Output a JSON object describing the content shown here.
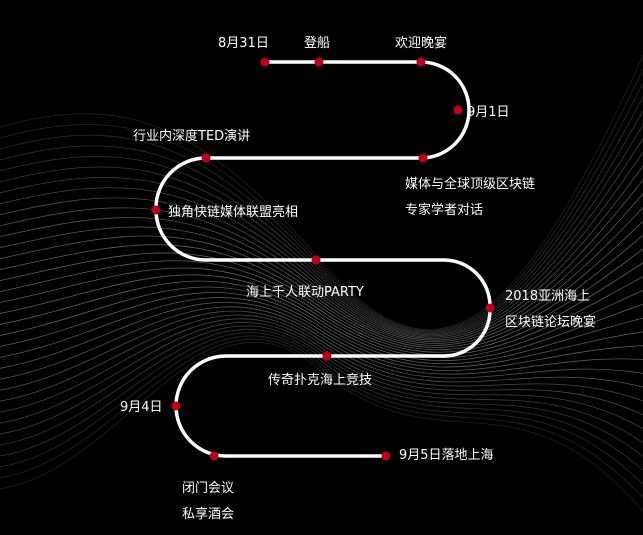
{
  "colors": {
    "background": "#000000",
    "path": "#ffffff",
    "dot": "#c0001a",
    "text": "#ffffff",
    "waves": "#ffffff"
  },
  "events": [
    {
      "id": "aug31",
      "label": "8月31日"
    },
    {
      "id": "boarding",
      "label": "登船"
    },
    {
      "id": "welcome-dinner",
      "label": "欢迎晚宴"
    },
    {
      "id": "sep1",
      "label": "9月1日"
    },
    {
      "id": "media-dialogue",
      "lines": [
        "媒体与全球顶级区块链",
        "专家学者对话"
      ]
    },
    {
      "id": "ted-talk",
      "label": "行业内深度TED演讲"
    },
    {
      "id": "media-alliance",
      "label": "独角快链媒体联盟亮相"
    },
    {
      "id": "party",
      "label": "海上千人联动PARTY"
    },
    {
      "id": "asia-forum-dinner",
      "lines": [
        "2018亚洲海上",
        "区块链论坛晚宴"
      ]
    },
    {
      "id": "poker",
      "label": "传奇扑克海上竞技"
    },
    {
      "id": "sep4",
      "label": "9月4日"
    },
    {
      "id": "private-wine",
      "lines": [
        "闭门会议",
        "私享酒会"
      ]
    },
    {
      "id": "sep5",
      "label": "9月5日落地上海"
    }
  ]
}
